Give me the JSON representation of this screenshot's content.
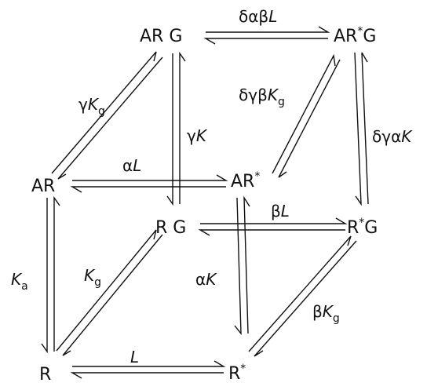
{
  "nodes": {
    "ARG": {
      "main": "AR G"
    },
    "ARsG": {
      "main": "AR",
      "sup": "*",
      "post": "G"
    },
    "AR": {
      "main": "AR"
    },
    "ARs": {
      "main": "AR",
      "sup": "*"
    },
    "RG": {
      "main": "R G"
    },
    "RsG": {
      "main": "R",
      "sup": "*",
      "post": "G"
    },
    "R": {
      "main": "R"
    },
    "Rs": {
      "main": "R",
      "sup": "*"
    }
  },
  "labels": {
    "dab_L": {
      "greek": "δαβ",
      "var": "L"
    },
    "g_Kg": {
      "greek": "γ",
      "var": "K",
      "sub": "g"
    },
    "g_K": {
      "greek": "γ",
      "var": "K"
    },
    "dgb_Kg": {
      "greek": "δγβ",
      "var": "K",
      "sub": "g"
    },
    "dga_K": {
      "greek": "δγα",
      "var": "K"
    },
    "a_L": {
      "greek": "α",
      "var": "L"
    },
    "b_L": {
      "greek": "β",
      "var": "L"
    },
    "Ka": {
      "greek": "",
      "var": "K",
      "sub": "a"
    },
    "Kg": {
      "greek": "",
      "var": "K",
      "sub": "g"
    },
    "a_K": {
      "greek": "α",
      "var": "K"
    },
    "b_Kg": {
      "greek": "β",
      "var": "K",
      "sub": "g"
    },
    "L": {
      "greek": "",
      "var": "L"
    }
  }
}
